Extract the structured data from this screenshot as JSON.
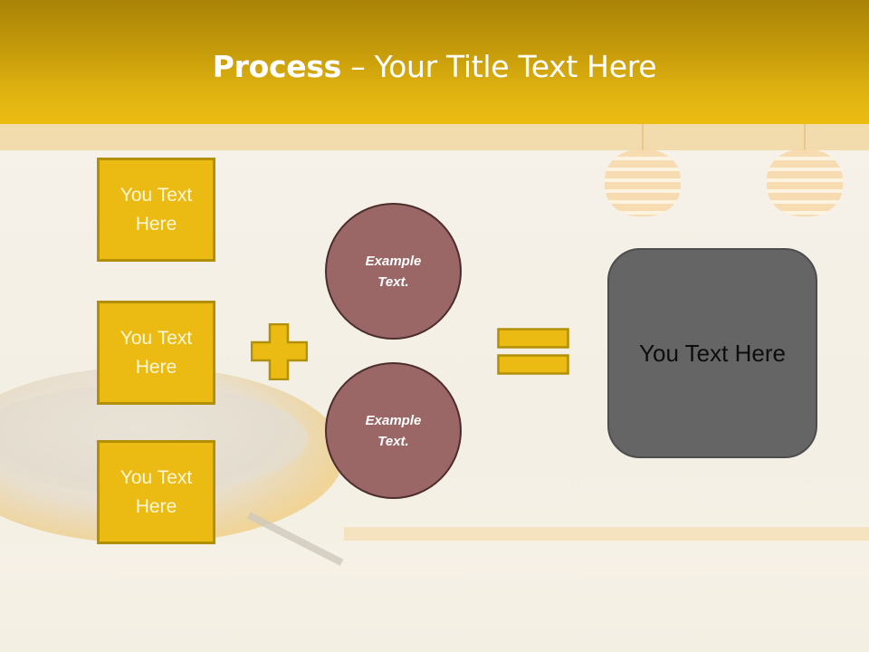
{
  "slide": {
    "title_bold": "Process",
    "title_rest": " – Your Title Text Here"
  },
  "inputs": [
    {
      "line1": "You Text",
      "line2": "Here"
    },
    {
      "line1": "You Text",
      "line2": "Here"
    },
    {
      "line1": "You Text",
      "line2": "Here"
    }
  ],
  "operators": {
    "plus_icon": "plus-icon",
    "equals_icon": "equals-icon"
  },
  "circles": [
    {
      "line1": "Example",
      "line2": "Text."
    },
    {
      "line1": "Example",
      "line2": "Text."
    }
  ],
  "result": {
    "label": "You Text Here"
  },
  "colors": {
    "header_top": "#a98307",
    "header_bottom": "#ecbc12",
    "box_fill": "#ebba13",
    "box_border": "#b18f07",
    "circle_fill": "#9a6666",
    "circle_border": "#4c2d2d",
    "result_fill": "#656565",
    "background": "#f5f0e6"
  }
}
